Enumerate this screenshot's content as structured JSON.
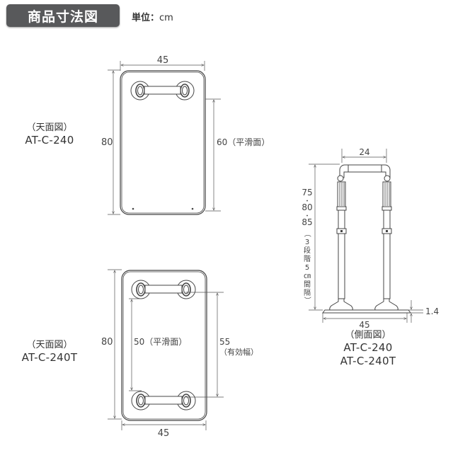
{
  "header": {
    "title": "商品寸法図",
    "unit_label": "単位：",
    "unit_value": "cm"
  },
  "top_view_1": {
    "view_label": "（天面図）",
    "model": "AT-C-240",
    "width_dim": "45",
    "length_dim": "80",
    "flat_dim": "60（平滑面）"
  },
  "top_view_2": {
    "view_label": "（天面図）",
    "model": "AT-C-240T",
    "width_dim": "45",
    "length_dim": "80",
    "flat_dim": "50（平滑面）",
    "effective_dim": "55",
    "effective_label": "（有効幅）"
  },
  "side_view": {
    "view_label": "（側面図）",
    "models": [
      "AT-C-240",
      "AT-C-240T"
    ],
    "top_width_dim": "24",
    "base_width_dim": "45",
    "base_thickness_dim": "1.4",
    "height_dims": [
      "75",
      "・",
      "80",
      "・",
      "85"
    ],
    "height_note": [
      "（",
      "3",
      "段",
      "階",
      "5",
      "㎝",
      "間",
      "隔",
      "）"
    ]
  },
  "colors": {
    "badge_bg": "#58595b",
    "line": "#555555",
    "text": "#333333"
  }
}
